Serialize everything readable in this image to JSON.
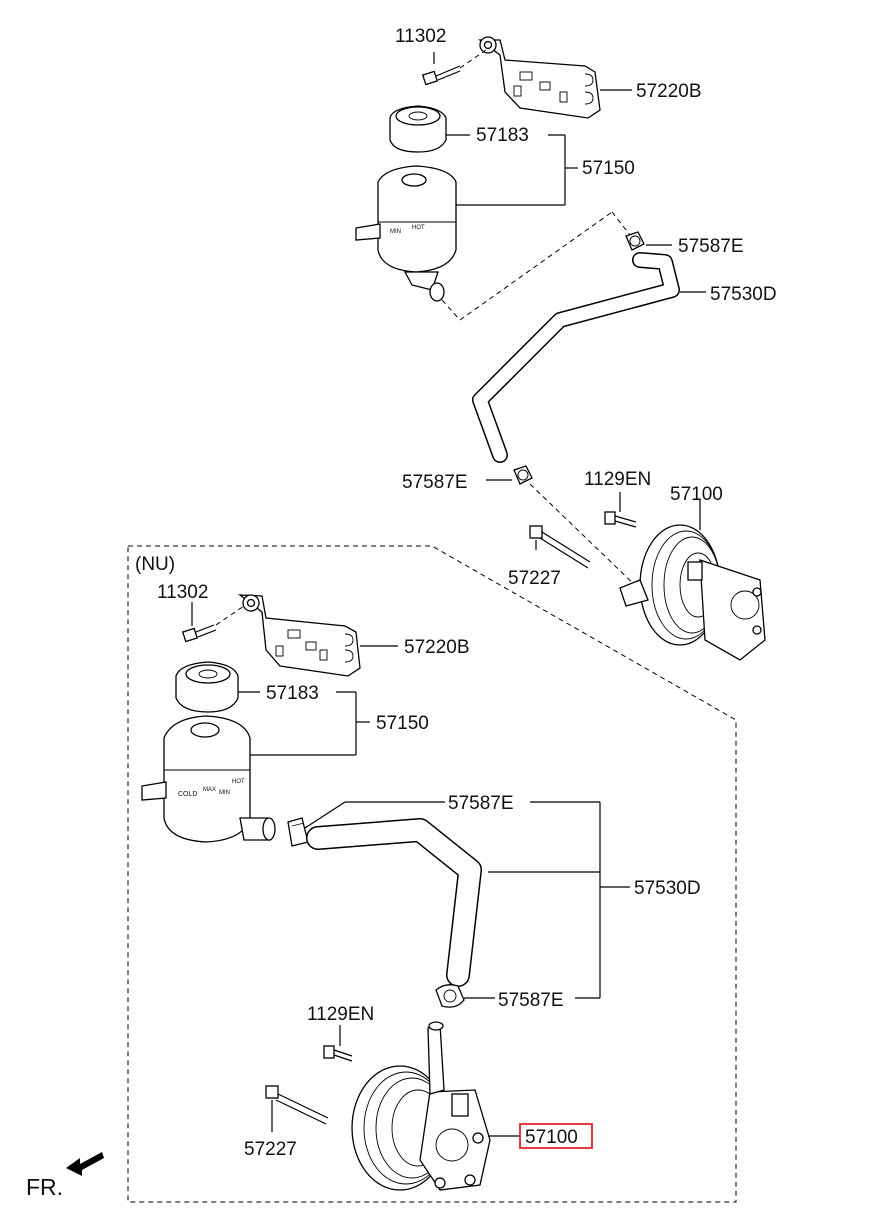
{
  "top": {
    "labels": {
      "bolt": "11302",
      "bracket": "57220B",
      "cap": "57183",
      "reservoir": "57150",
      "clamp_upper": "57587E",
      "hose": "57530D",
      "clamp_lower": "57587E",
      "pump_bolt": "1129EN",
      "pump": "57100",
      "long_bolt": "57227"
    }
  },
  "nu": {
    "title": "(NU)",
    "labels": {
      "bolt": "11302",
      "bracket": "57220B",
      "cap": "57183",
      "reservoir": "57150",
      "clamp_upper": "57587E",
      "hose": "57530D",
      "clamp_lower": "57587E",
      "pump_bolt": "1129EN",
      "long_bolt": "57227",
      "pump": "57100"
    }
  },
  "reservoir_marks": {
    "hot": "HOT",
    "max": "MAX",
    "min": "MIN",
    "cold": "COLD"
  },
  "direction": {
    "label": "FR."
  },
  "colors": {
    "highlight": "#e0242b",
    "line": "#000000"
  }
}
